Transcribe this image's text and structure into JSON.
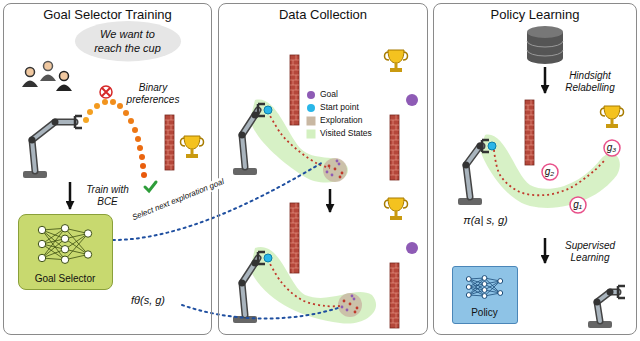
{
  "diagram": {
    "nodes": [
      {
        "text": [
          "Goal Selector Training"
        ]
      },
      {
        "text": [
          "We want to reach the cup"
        ],
        "in": 0
      },
      {
        "text": [
          "Goal Selector"
        ],
        "in": 0
      },
      {
        "text": [
          "Data Collection"
        ]
      },
      {
        "text": [
          "Policy Learning"
        ]
      },
      {
        "text": [
          "g₃"
        ],
        "in": 4
      },
      {
        "text": [
          "g₂"
        ],
        "in": 4
      },
      {
        "text": [
          "g₁"
        ],
        "in": 4
      },
      {
        "text": [
          "Policy"
        ],
        "in": 4
      }
    ],
    "labels": [
      "Binary preferences",
      "Train with BCE",
      "fθ(s, g)",
      "Select next exploration goal",
      "Hindsight Relabelling",
      "π(a| s, g)",
      "Supervised Learning"
    ],
    "legend": [
      {
        "text": "Goal",
        "color": "#8e5bb5"
      },
      {
        "text": "Start point",
        "color": "#29b6e8"
      },
      {
        "text": "Exploration",
        "color": "#c9b8a3"
      },
      {
        "text": "Visited States",
        "color": "#d3f0c0"
      }
    ]
  }
}
